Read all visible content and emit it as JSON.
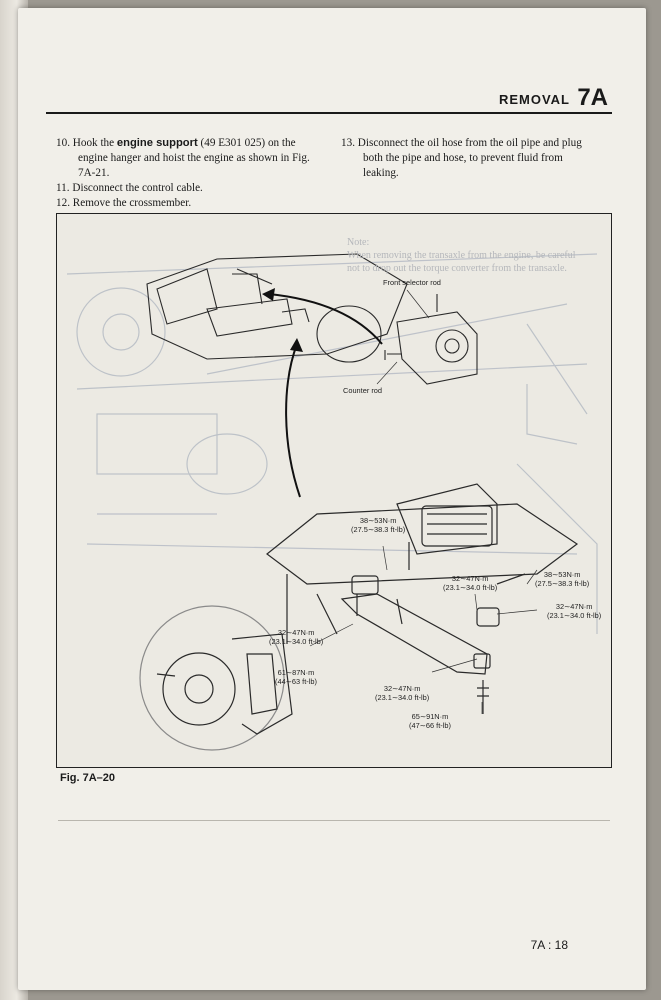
{
  "header": {
    "section": "REMOVAL",
    "chapter": "7A"
  },
  "steps": [
    {
      "num": "10.",
      "pre": "Hook the ",
      "bold": "engine support",
      "post": " (49 E301 025) on the engine hanger and hoist the engine as shown in Fig. 7A-21."
    },
    {
      "num": "11.",
      "text": "Disconnect the control cable."
    },
    {
      "num": "12.",
      "text": "Remove the crossmember."
    }
  ],
  "step13": {
    "num": "13.",
    "text": "Disconnect the oil hose from the oil pipe and plug both the pipe and hose, to prevent fluid from leaking."
  },
  "figure": {
    "caption": "Fig. 7A–20",
    "labels": {
      "front_selector_rod": "Front selector rod",
      "counter_rod": "Counter rod",
      "t1a": "38∼53N·m",
      "t1b": "(27.5∼38.3 ft-lb)",
      "t2a": "38∼53N·m",
      "t2b": "(27.5∼38.3 ft-lb)",
      "t3a": "32∼47N·m",
      "t3b": "(23.1∼34.0 ft-lb)",
      "t4a": "32∼47N·m",
      "t4b": "(23.1∼34.0 ft-lb)",
      "t5a": "32∼47N·m",
      "t5b": "(23.1∼34.0 ft-lb)",
      "t6a": "61∼87N·m",
      "t6b": "(44∼63 ft-lb)",
      "t7a": "32∼47N·m",
      "t7b": "(23.1∼34.0 ft-lb)",
      "t8a": "65∼91N·m",
      "t8b": "(47∼66 ft-lb)"
    }
  },
  "page_number": "7A : 18"
}
